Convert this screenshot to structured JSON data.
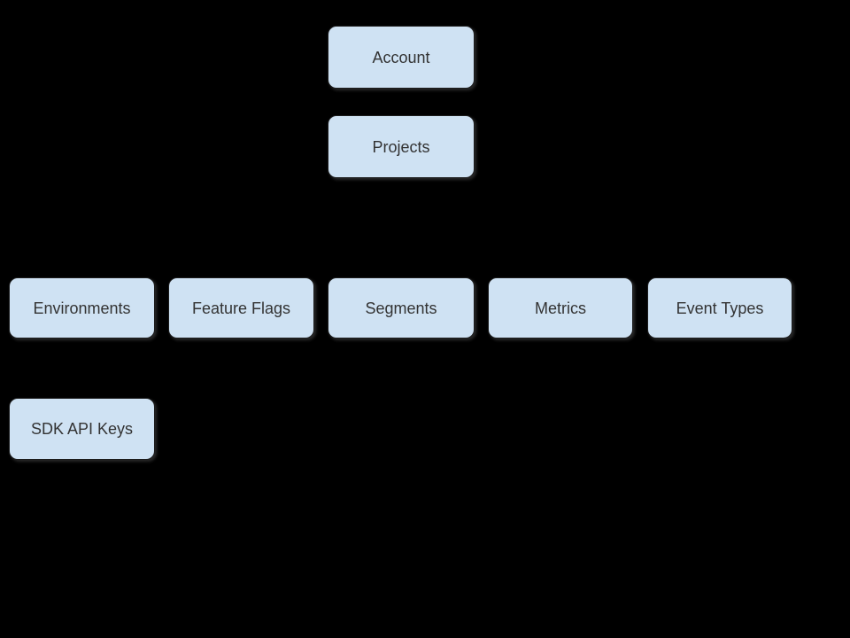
{
  "diagram": {
    "background_color": "#000000",
    "node_fill_color": "#cfe2f3",
    "node_text_color": "#333333",
    "nodes": [
      {
        "id": "account",
        "label": "Account"
      },
      {
        "id": "projects",
        "label": "Projects"
      },
      {
        "id": "environments",
        "label": "Environments"
      },
      {
        "id": "feature-flags",
        "label": "Feature Flags"
      },
      {
        "id": "segments",
        "label": "Segments"
      },
      {
        "id": "metrics",
        "label": "Metrics"
      },
      {
        "id": "event-types",
        "label": "Event Types"
      },
      {
        "id": "sdk-api-keys",
        "label": "SDK API Keys"
      }
    ]
  }
}
